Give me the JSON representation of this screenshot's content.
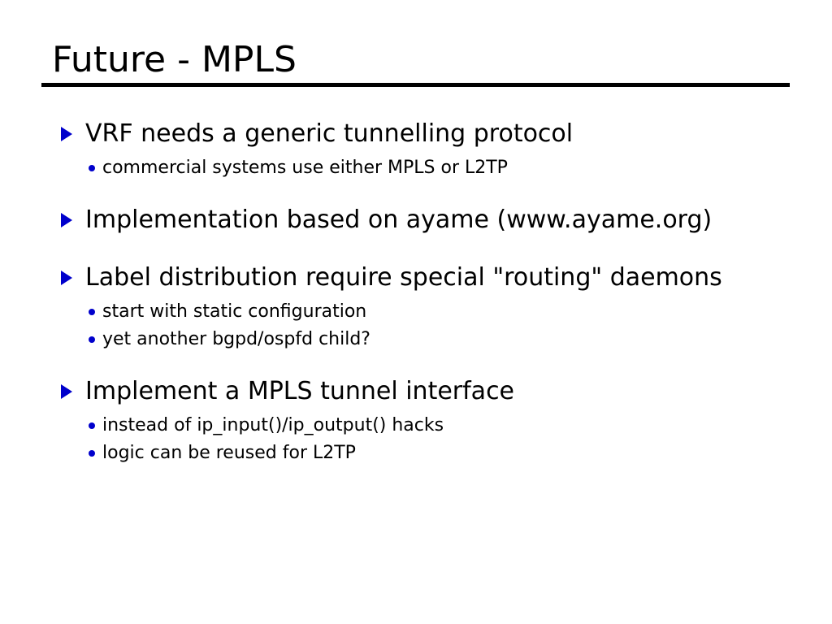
{
  "slide": {
    "title": "Future - MPLS",
    "accent_color": "#0000cc",
    "text_color": "#000000",
    "background_color": "#ffffff",
    "bullet_level1_icon": "triangle-right-icon",
    "bullet_level2_icon": "round-dot-icon",
    "groups": [
      {
        "heading": "VRF needs a generic tunnelling protocol",
        "subitems": [
          "commercial systems use either MPLS or L2TP"
        ]
      },
      {
        "heading": "Implementation based on ayame (www.ayame.org)",
        "subitems": []
      },
      {
        "heading": "Label distribution require special \"routing\" daemons",
        "subitems": [
          "start with static configuration",
          "yet another bgpd/ospfd child?"
        ]
      },
      {
        "heading": "Implement a MPLS tunnel interface",
        "subitems": [
          "instead of ip_input()/ip_output() hacks",
          "logic can be reused for L2TP"
        ]
      }
    ]
  }
}
